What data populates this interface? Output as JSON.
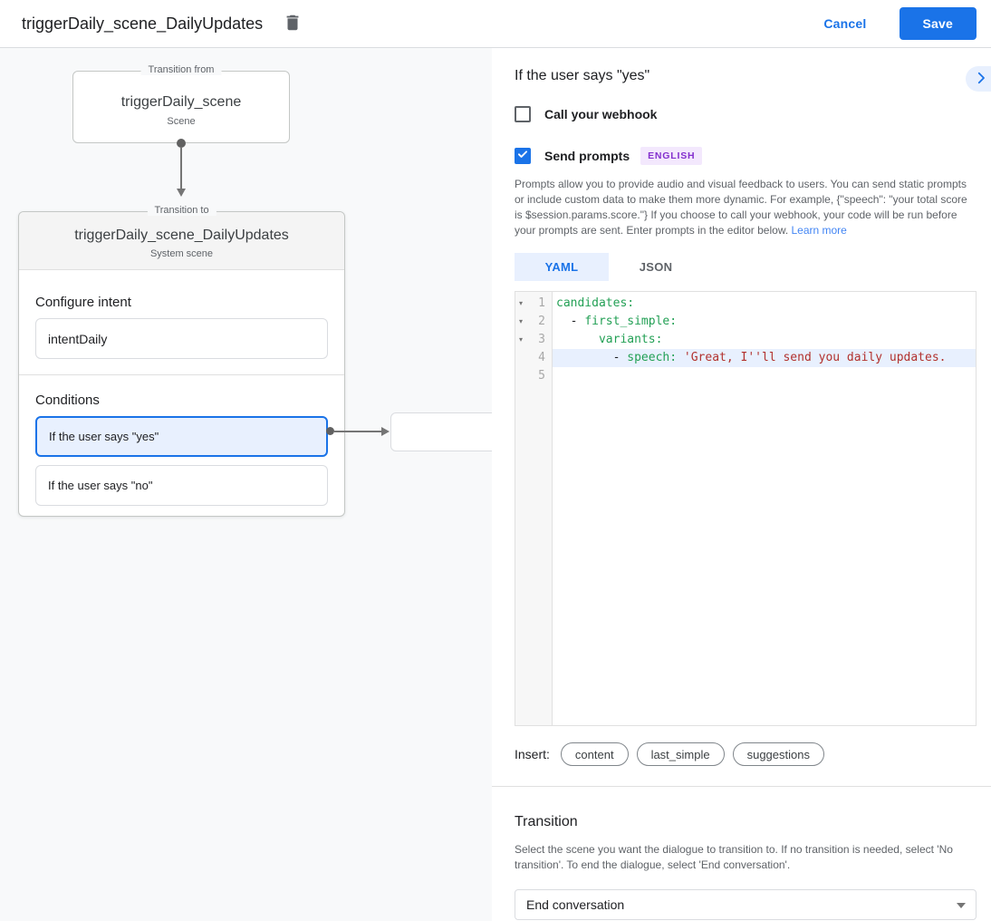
{
  "header": {
    "title": "triggerDaily_scene_DailyUpdates",
    "cancel_label": "Cancel",
    "save_label": "Save"
  },
  "colors": {
    "accent": "#1a73e8",
    "canvas_bg": "#f8f9fa",
    "selected_bg": "#e8f0fe",
    "badge_bg": "#f3e8fd",
    "badge_text": "#8430ce",
    "yaml_key": "#23a055",
    "yaml_string": "#b2312d"
  },
  "diagram": {
    "from_box": {
      "legend": "Transition from",
      "title": "triggerDaily_scene",
      "subtitle": "Scene"
    },
    "to_box": {
      "legend": "Transition to",
      "title": "triggerDaily_scene_DailyUpdates",
      "subtitle": "System scene",
      "intent_label": "Configure intent",
      "intent_value": "intentDaily",
      "conditions_label": "Conditions",
      "conditions": [
        {
          "label": "If the user says \"yes\"",
          "selected": true
        },
        {
          "label": "If the user says \"no\"",
          "selected": false
        }
      ]
    }
  },
  "panel": {
    "heading": "If the user says \"yes\"",
    "webhook": {
      "label": "Call your webhook",
      "checked": false
    },
    "prompts": {
      "label": "Send prompts",
      "checked": true,
      "badge": "ENGLISH"
    },
    "description": "Prompts allow you to provide audio and visual feedback to users. You can send static prompts or include custom data to make them more dynamic. For example, {\"speech\": \"your total score is $session.params.score.\"} If you choose to call your webhook, your code will be run before your prompts are sent. Enter prompts in the editor below. ",
    "learn_more": "Learn more",
    "tabs": [
      {
        "label": "YAML",
        "selected": true
      },
      {
        "label": "JSON",
        "selected": false
      }
    ],
    "editor": {
      "fold_glyph": "▾",
      "gutter": [
        {
          "num": "1",
          "fold": true
        },
        {
          "num": "2",
          "fold": true
        },
        {
          "num": "3",
          "fold": true
        },
        {
          "num": "4",
          "fold": false
        },
        {
          "num": "5",
          "fold": false
        }
      ],
      "lines": [
        {
          "segments": [
            {
              "t": "candidates:"
            }
          ]
        },
        {
          "segments": [
            {
              "t": "  - "
            },
            {
              "t": "first_simple:"
            }
          ]
        },
        {
          "segments": [
            {
              "t": "      "
            },
            {
              "t": "variants:"
            }
          ]
        },
        {
          "segments": [
            {
              "t": "        - "
            },
            {
              "t": "speech:"
            },
            {
              "t": " "
            },
            {
              "t": "'Great, I''ll send you daily updates."
            }
          ],
          "highlighted": true
        },
        {
          "segments": []
        }
      ]
    },
    "insert": {
      "label": "Insert:",
      "pills": [
        "content",
        "last_simple",
        "suggestions"
      ]
    },
    "transition": {
      "heading": "Transition",
      "description": "Select the scene you want the dialogue to transition to. If no transition is needed, select 'No transition'. To end the dialogue, select 'End conversation'.",
      "select_value": "End conversation"
    }
  }
}
